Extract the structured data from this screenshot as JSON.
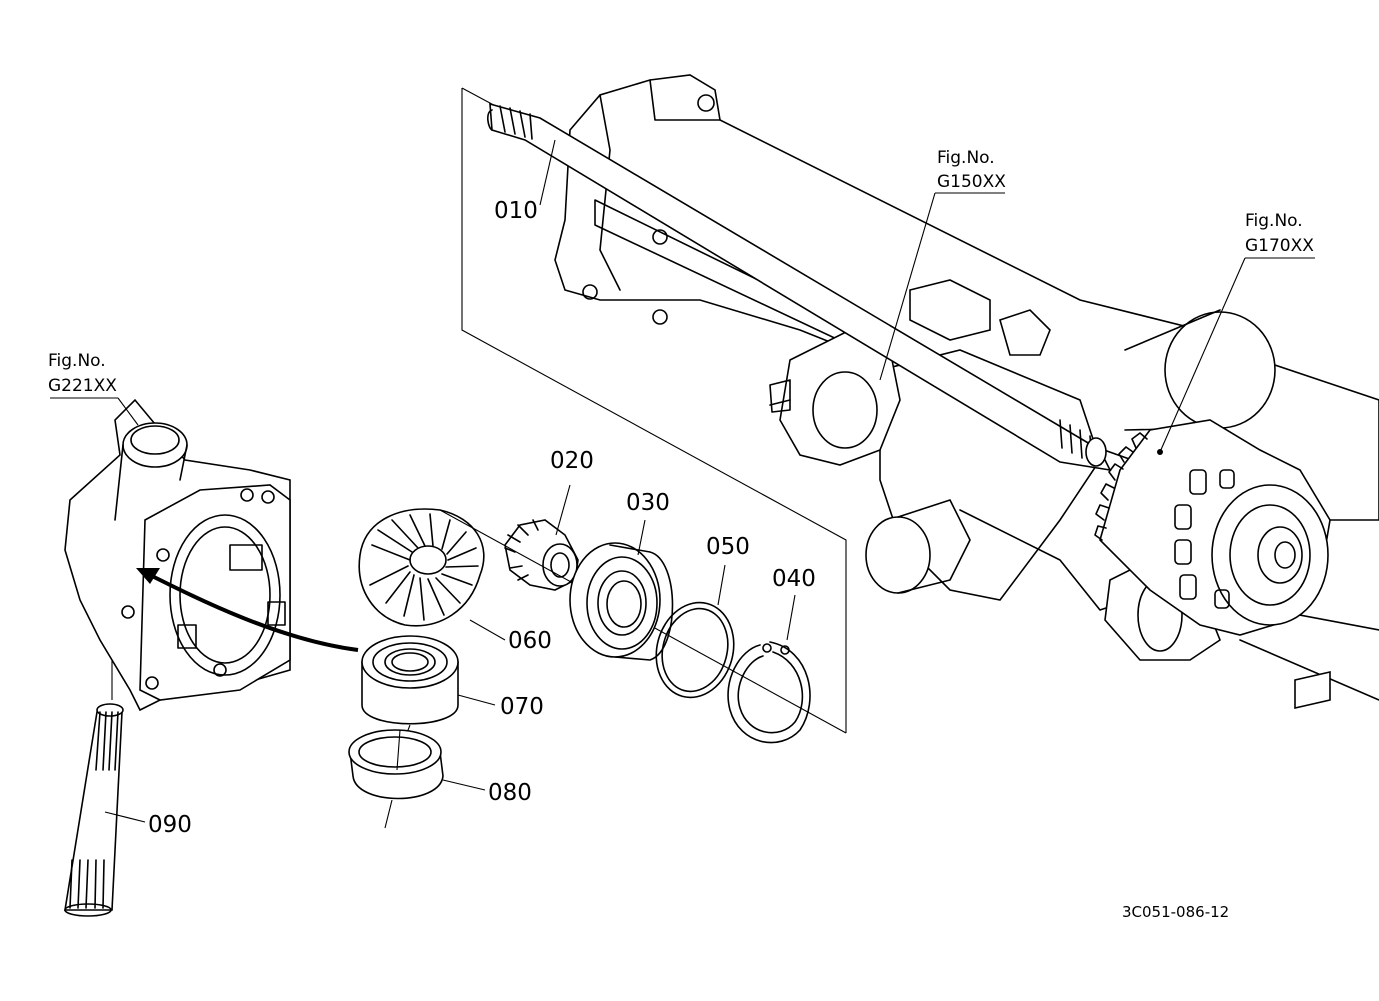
{
  "parts": [
    {
      "id": "p010",
      "number": "010"
    },
    {
      "id": "p020",
      "number": "020"
    },
    {
      "id": "p030",
      "number": "030"
    },
    {
      "id": "p040",
      "number": "040"
    },
    {
      "id": "p050",
      "number": "050"
    },
    {
      "id": "p060",
      "number": "060"
    },
    {
      "id": "p070",
      "number": "070"
    },
    {
      "id": "p080",
      "number": "080"
    },
    {
      "id": "p090",
      "number": "090"
    }
  ],
  "figure_refs": [
    {
      "id": "g150",
      "label": "Fig.No.",
      "code": "G150XX"
    },
    {
      "id": "g170",
      "label": "Fig.No.",
      "code": "G170XX"
    },
    {
      "id": "g221",
      "label": "Fig.No.",
      "code": "G221XX"
    }
  ],
  "drawing_code": "3C051-086-12"
}
